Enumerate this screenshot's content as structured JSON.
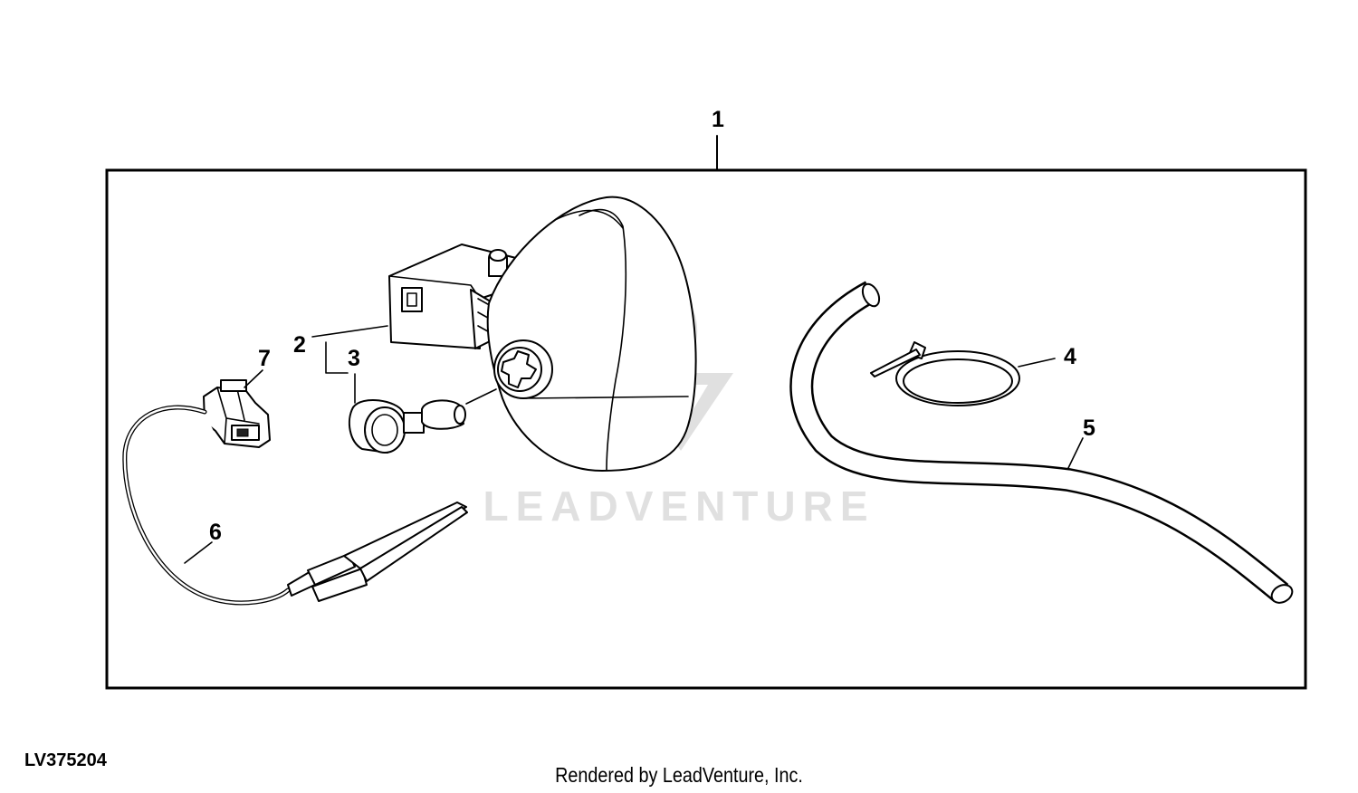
{
  "callouts": [
    {
      "id": "1",
      "label": "1"
    },
    {
      "id": "2",
      "label": "2"
    },
    {
      "id": "3",
      "label": "3"
    },
    {
      "id": "4",
      "label": "4"
    },
    {
      "id": "5",
      "label": "5"
    },
    {
      "id": "6",
      "label": "6"
    },
    {
      "id": "7",
      "label": "7"
    }
  ],
  "watermark": {
    "text": "LEADVENTURE"
  },
  "footer": {
    "diagram_id": "LV375204",
    "credit": "Rendered by LeadVenture, Inc."
  },
  "colors": {
    "line": "#000000",
    "background": "#ffffff",
    "watermark": "#e0e0e0"
  }
}
